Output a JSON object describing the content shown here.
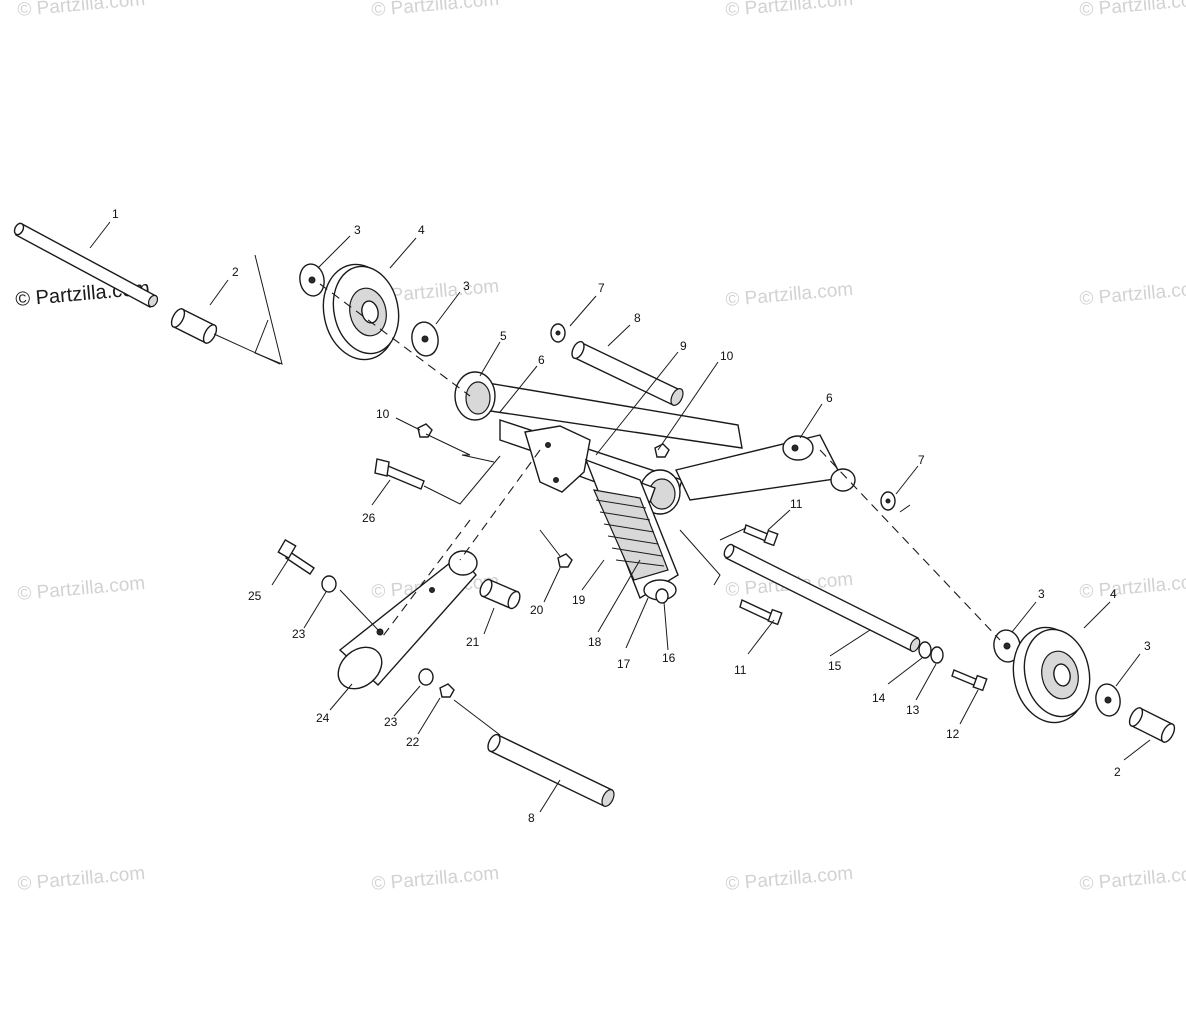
{
  "watermark": {
    "text": "© Partzilla.com",
    "main_text": "© Partzilla.com"
  },
  "callouts": [
    "1",
    "2",
    "3",
    "4",
    "3",
    "7",
    "8",
    "9",
    "10",
    "5",
    "6",
    "6",
    "7",
    "10",
    "26",
    "11",
    "25",
    "23",
    "21",
    "20",
    "19",
    "18",
    "17",
    "16",
    "11",
    "15",
    "3",
    "4",
    "3",
    "14",
    "13",
    "12",
    "2",
    "24",
    "23",
    "22",
    "8"
  ],
  "colors": {
    "line": "#1a1a1a",
    "watermark": "#d2d2d2",
    "background": "#ffffff"
  }
}
